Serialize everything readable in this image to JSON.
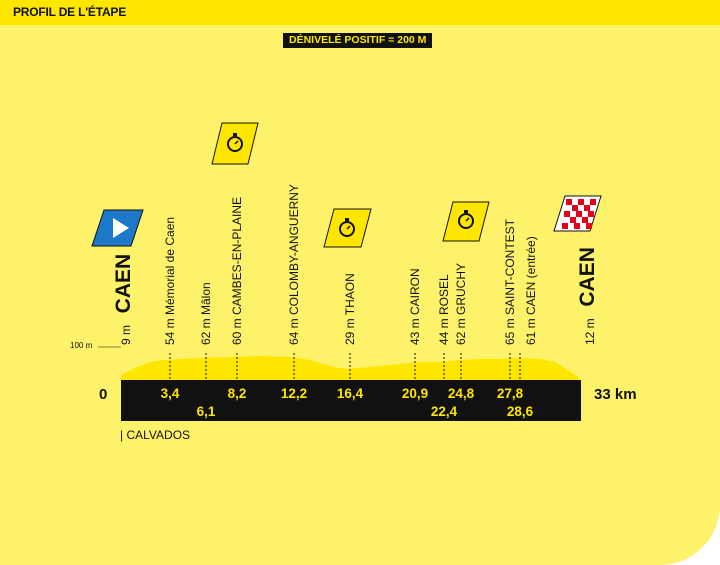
{
  "header": {
    "title": "PROFIL DE L'ÉTAPE"
  },
  "elevation_badge": "DÉNIVELÉ POSITIF = 200 M",
  "axis": {
    "start": "0",
    "end": "33 km",
    "altitude_ref": "100 m"
  },
  "region": "| CALVADOS",
  "start": {
    "city": "CAEN",
    "alt": "9 m",
    "icon": "start-flag-icon"
  },
  "finish": {
    "city": "CAEN",
    "alt": "12 m",
    "icon": "checkered-flag-icon"
  },
  "checkpoints": [
    {
      "label": "54 m Mémorial de Caen",
      "km": "3,4"
    },
    {
      "label": "62 m Mâlon",
      "km": "6,1"
    },
    {
      "label": "60 m CAMBES-EN-PLAINE",
      "km": "8,2",
      "timer": true
    },
    {
      "label": "64 m COLOMBY-ANGUERNY",
      "km": "12,2"
    },
    {
      "label": "29 m THAON",
      "km": "16,4",
      "timer": true
    },
    {
      "label": "43 m CAIRON",
      "km": "20,9"
    },
    {
      "label": "44 m ROSEL",
      "km": "22,4"
    },
    {
      "label": "62 m GRUCHY",
      "km": "24,8",
      "timer": true
    },
    {
      "label": "65 m SAINT-CONTEST",
      "km": "27,8"
    },
    {
      "label": "61 m CAEN (entrée)",
      "km": "28,6"
    }
  ],
  "colors": {
    "yellow": "#ffe600",
    "panel": "#fff26b",
    "black": "#111111",
    "start_blue": "#1e78c8",
    "finish_red": "#e2001a"
  }
}
